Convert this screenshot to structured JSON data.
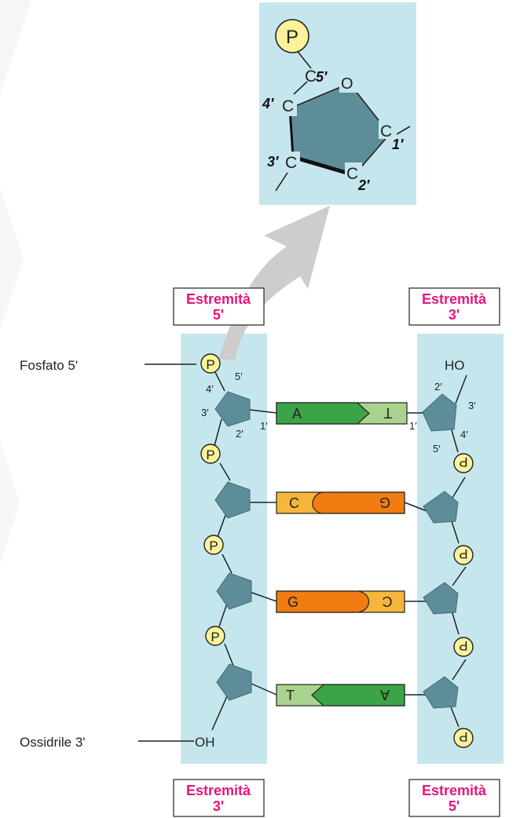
{
  "zoom": {
    "phosphate": "P",
    "c5": "C",
    "c5_num": "5′",
    "o": "O",
    "c4": "C",
    "c4_num": "4′",
    "c3": "C",
    "c3_num": "3′",
    "c2": "C",
    "c2_num": "2′",
    "c1": "C",
    "c1_num": "1′"
  },
  "ends": {
    "top_left": {
      "word": "Estremità",
      "num": "5'"
    },
    "top_right": {
      "word": "Estremità",
      "num": "3'"
    },
    "bottom_left": {
      "word": "Estremità",
      "num": "3'"
    },
    "bottom_right": {
      "word": "Estremità",
      "num": "5'"
    }
  },
  "callouts": {
    "phosphate5": "Fosfato 5'",
    "hydroxyl3": "Ossidrile 3'"
  },
  "left_strand": {
    "phosphate": "P",
    "oh": "OH",
    "n5": "5′",
    "n4": "4′",
    "n3": "3′",
    "n2": "2′",
    "n1": "1′"
  },
  "right_strand": {
    "phosphate": "P",
    "ho": "HO",
    "n2": "2′",
    "n3": "3′",
    "n1": "1′",
    "n4": "4′",
    "n5": "5′"
  },
  "base_pairs": [
    {
      "left": "A",
      "right": "T"
    },
    {
      "left": "C",
      "right": "G"
    },
    {
      "left": "G",
      "right": "C"
    },
    {
      "left": "T",
      "right": "A"
    }
  ],
  "colors": {
    "panel": "#c6e6ee",
    "sugar": "#5e8d9a",
    "phosphate": "#fbf29a",
    "dark_green": "#3aa447",
    "light_green": "#a9d38e",
    "orange": "#f07c12",
    "yellow_orange": "#f6b63b",
    "end_label": "#e6157c"
  }
}
